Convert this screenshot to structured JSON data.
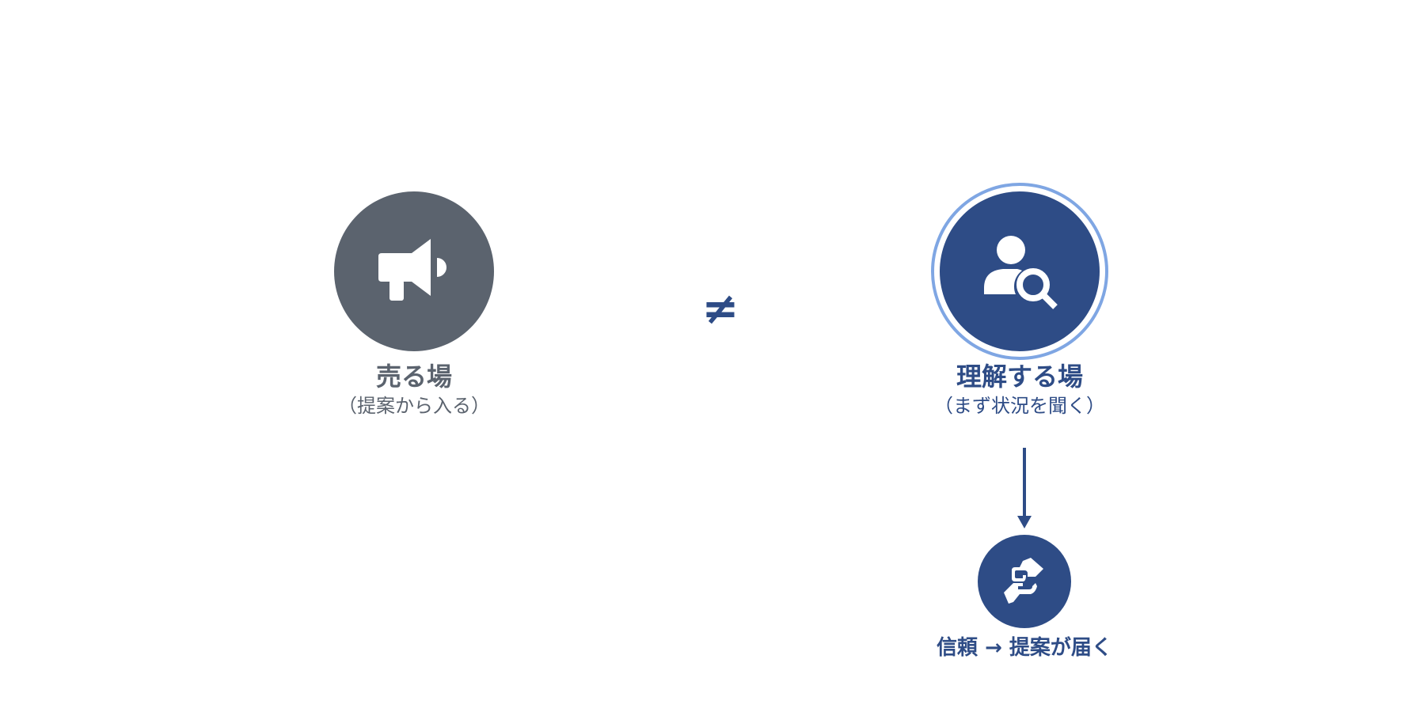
{
  "left_node": {
    "title": "売る場",
    "subtitle": "（提案から入る）",
    "icon": "megaphone-icon",
    "color": "#5b636e"
  },
  "separator": {
    "symbol": "≠"
  },
  "right_node": {
    "title": "理解する場",
    "subtitle": "（まず状況を聞く）",
    "icon": "user-search-icon",
    "color": "#2e4c86",
    "ring_color": "#7fa6e3"
  },
  "result_node": {
    "label": "信頼 → 提案が届く",
    "icon": "handshake-icon",
    "color": "#2e4c86"
  }
}
